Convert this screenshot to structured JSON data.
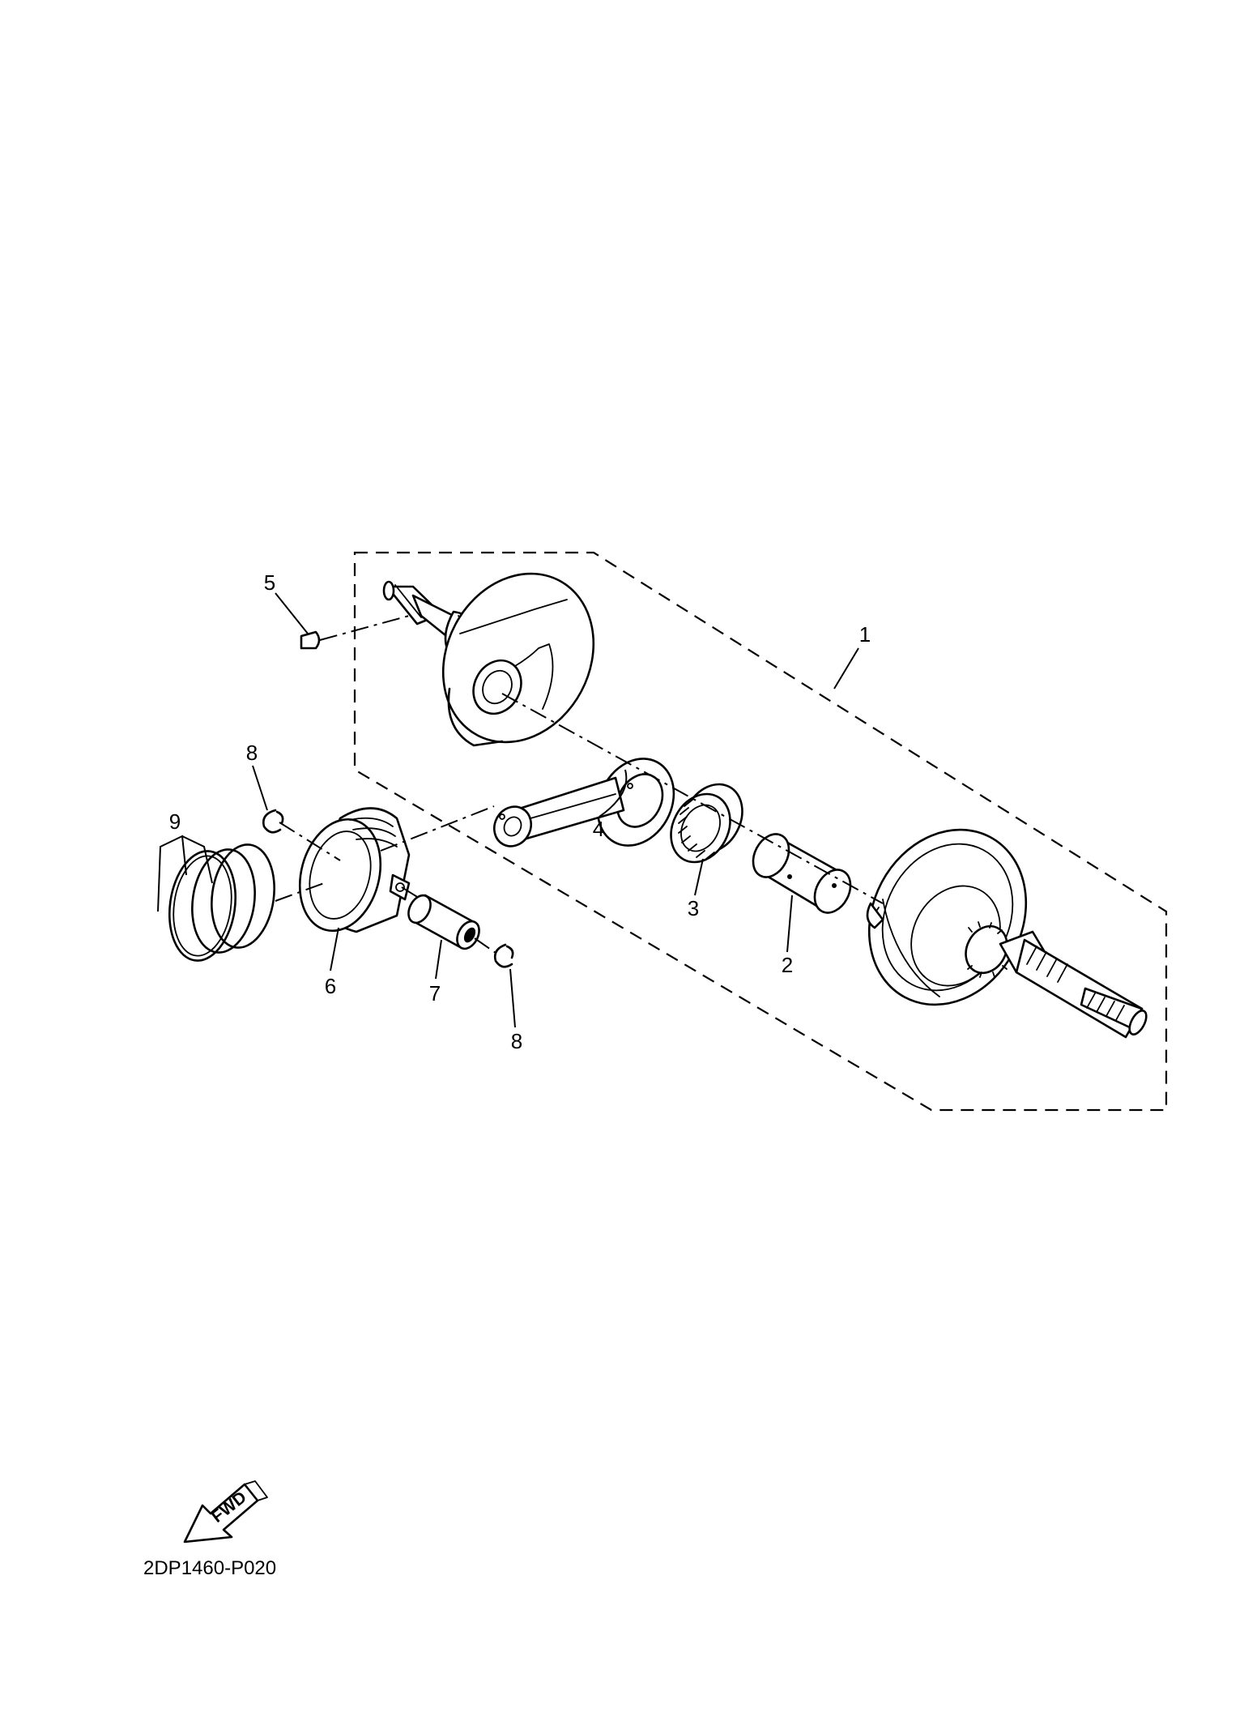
{
  "diagram": {
    "drawing_code": "2DP1460-P020",
    "direction_label": "FWD",
    "callouts": [
      "1",
      "2",
      "3",
      "4",
      "5",
      "6",
      "7",
      "8",
      "8",
      "9"
    ]
  }
}
